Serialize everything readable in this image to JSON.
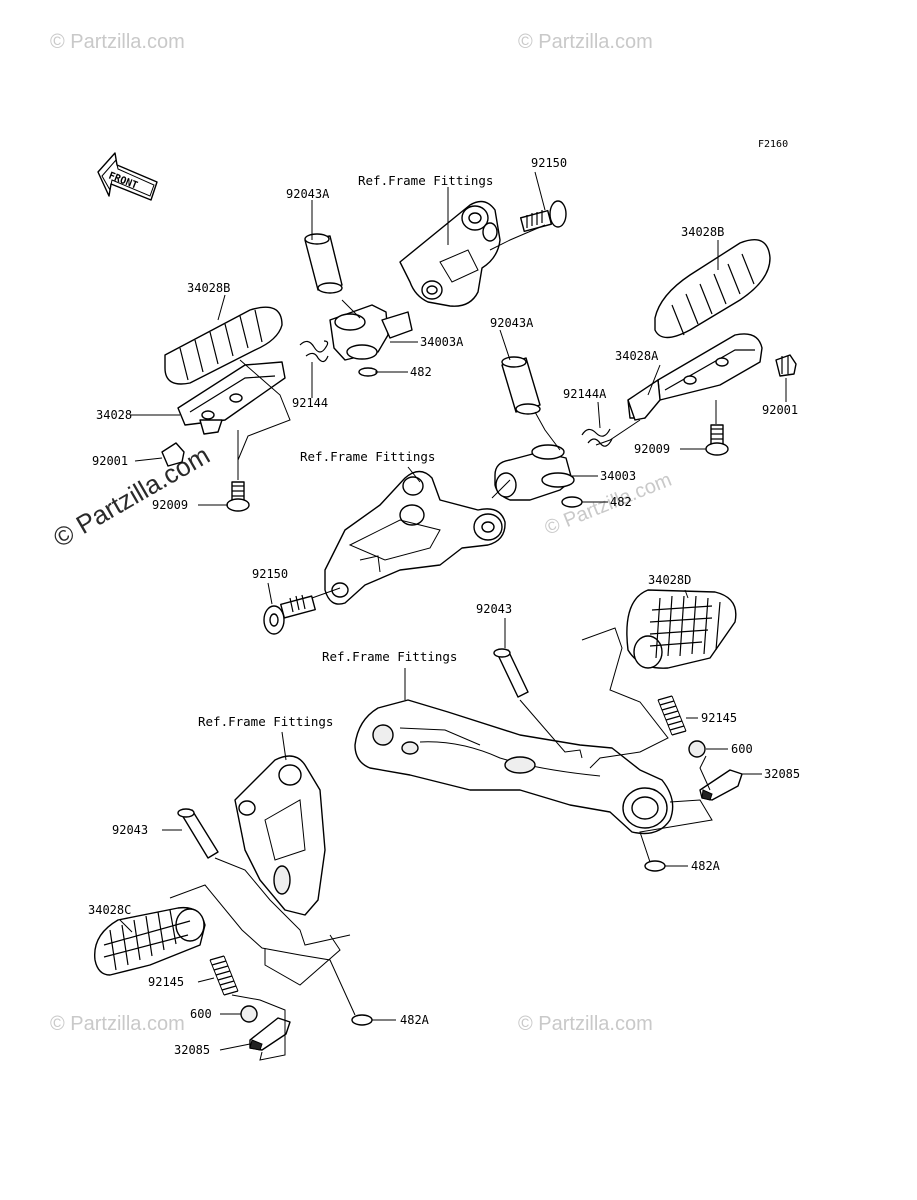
{
  "diagram_code": "F2160",
  "front_arrow_label": "FRONT",
  "watermarks": {
    "small": "© Partzilla.com",
    "large": "© Partzilla.com"
  },
  "ref_labels": {
    "upper_right": "Ref.Frame Fittings",
    "middle_left": "Ref.Frame Fittings",
    "lower_right": "Ref.Frame Fittings",
    "lower_left": "Ref.Frame Fittings"
  },
  "part_labels": {
    "p92150_top": "92150",
    "p92043A_left": "92043A",
    "p34028B_left": "34028B",
    "p34003A": "34003A",
    "p482_upper": "482",
    "p92144": "92144",
    "p34028_left": "34028",
    "p92001_left": "92001",
    "p92009_left": "92009",
    "p34028B_right": "34028B",
    "p92043A_right": "92043A",
    "p34028A": "34028A",
    "p92144A": "92144A",
    "p92001_right": "92001",
    "p92009_right": "92009",
    "p34003": "34003",
    "p482_middle": "482",
    "p92150_middle": "92150",
    "p34028D": "34028D",
    "p92043_middle": "92043",
    "p92145_right": "92145",
    "p600_right": "600",
    "p32085_right": "32085",
    "p482A_right": "482A",
    "p92043_left": "92043",
    "p34028C": "34028C",
    "p92145_left": "92145",
    "p600_left": "600",
    "p32085_left": "32085",
    "p482A_left": "482A"
  }
}
